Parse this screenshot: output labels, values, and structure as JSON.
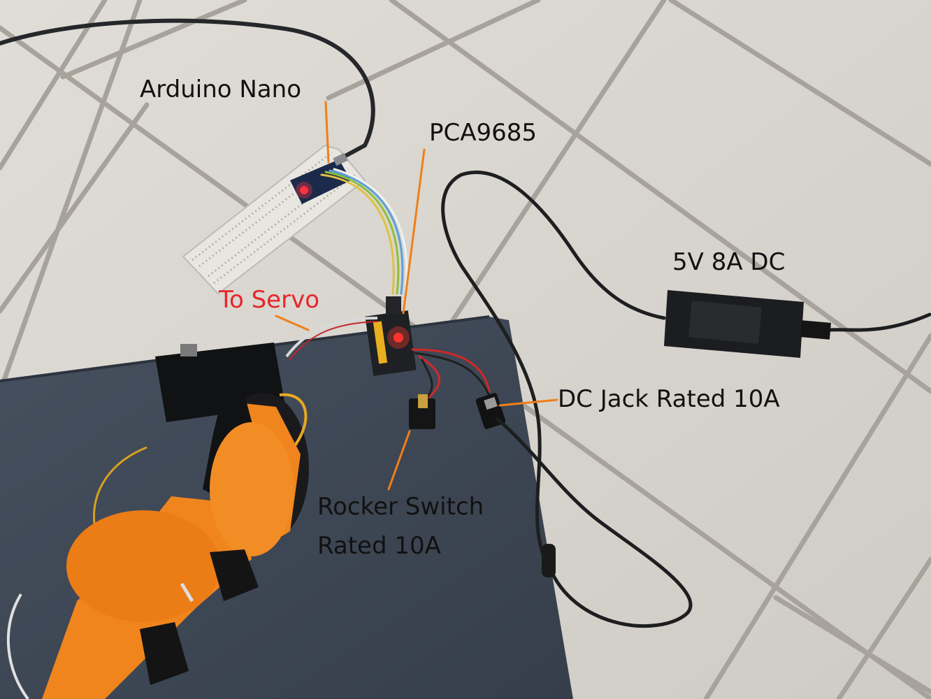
{
  "labels": {
    "arduino": "Arduino Nano",
    "pca": "PCA9685",
    "adapter": "5V 8A DC",
    "servo": "To Servo",
    "jack": "DC Jack Rated 10A",
    "rocker_line1": "Rocker Switch",
    "rocker_line2": "Rated 10A"
  },
  "colors": {
    "floor": "#d9d6d0",
    "grout": "#a7a39c",
    "board": "#3e4755",
    "arm": "#f0851e",
    "leader": "#f07f1a",
    "text": "#111111",
    "servo_label": "#e8262a"
  }
}
